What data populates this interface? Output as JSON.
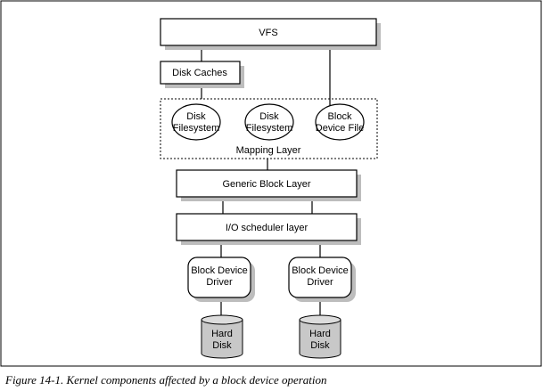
{
  "figure": {
    "caption": "Figure 14-1. Kernel components affected by a block device operation",
    "colors": {
      "shadow": "#bdbdbd",
      "disk_fill": "#c8c8c8",
      "stroke": "#000000"
    }
  },
  "nodes": {
    "vfs": "VFS",
    "disk_caches": "Disk Caches",
    "disk_fs_1": [
      "Disk",
      "Filesystem"
    ],
    "disk_fs_2": [
      "Disk",
      "Filesystem"
    ],
    "block_device_file": [
      "Block",
      "Device File"
    ],
    "mapping_layer": "Mapping Layer",
    "generic_block_layer": "Generic Block Layer",
    "io_scheduler": "I/O scheduler layer",
    "driver_1": [
      "Block Device",
      "Driver"
    ],
    "driver_2": [
      "Block Device",
      "Driver"
    ],
    "disk_1": [
      "Hard",
      "Disk"
    ],
    "disk_2": [
      "Hard",
      "Disk"
    ]
  }
}
